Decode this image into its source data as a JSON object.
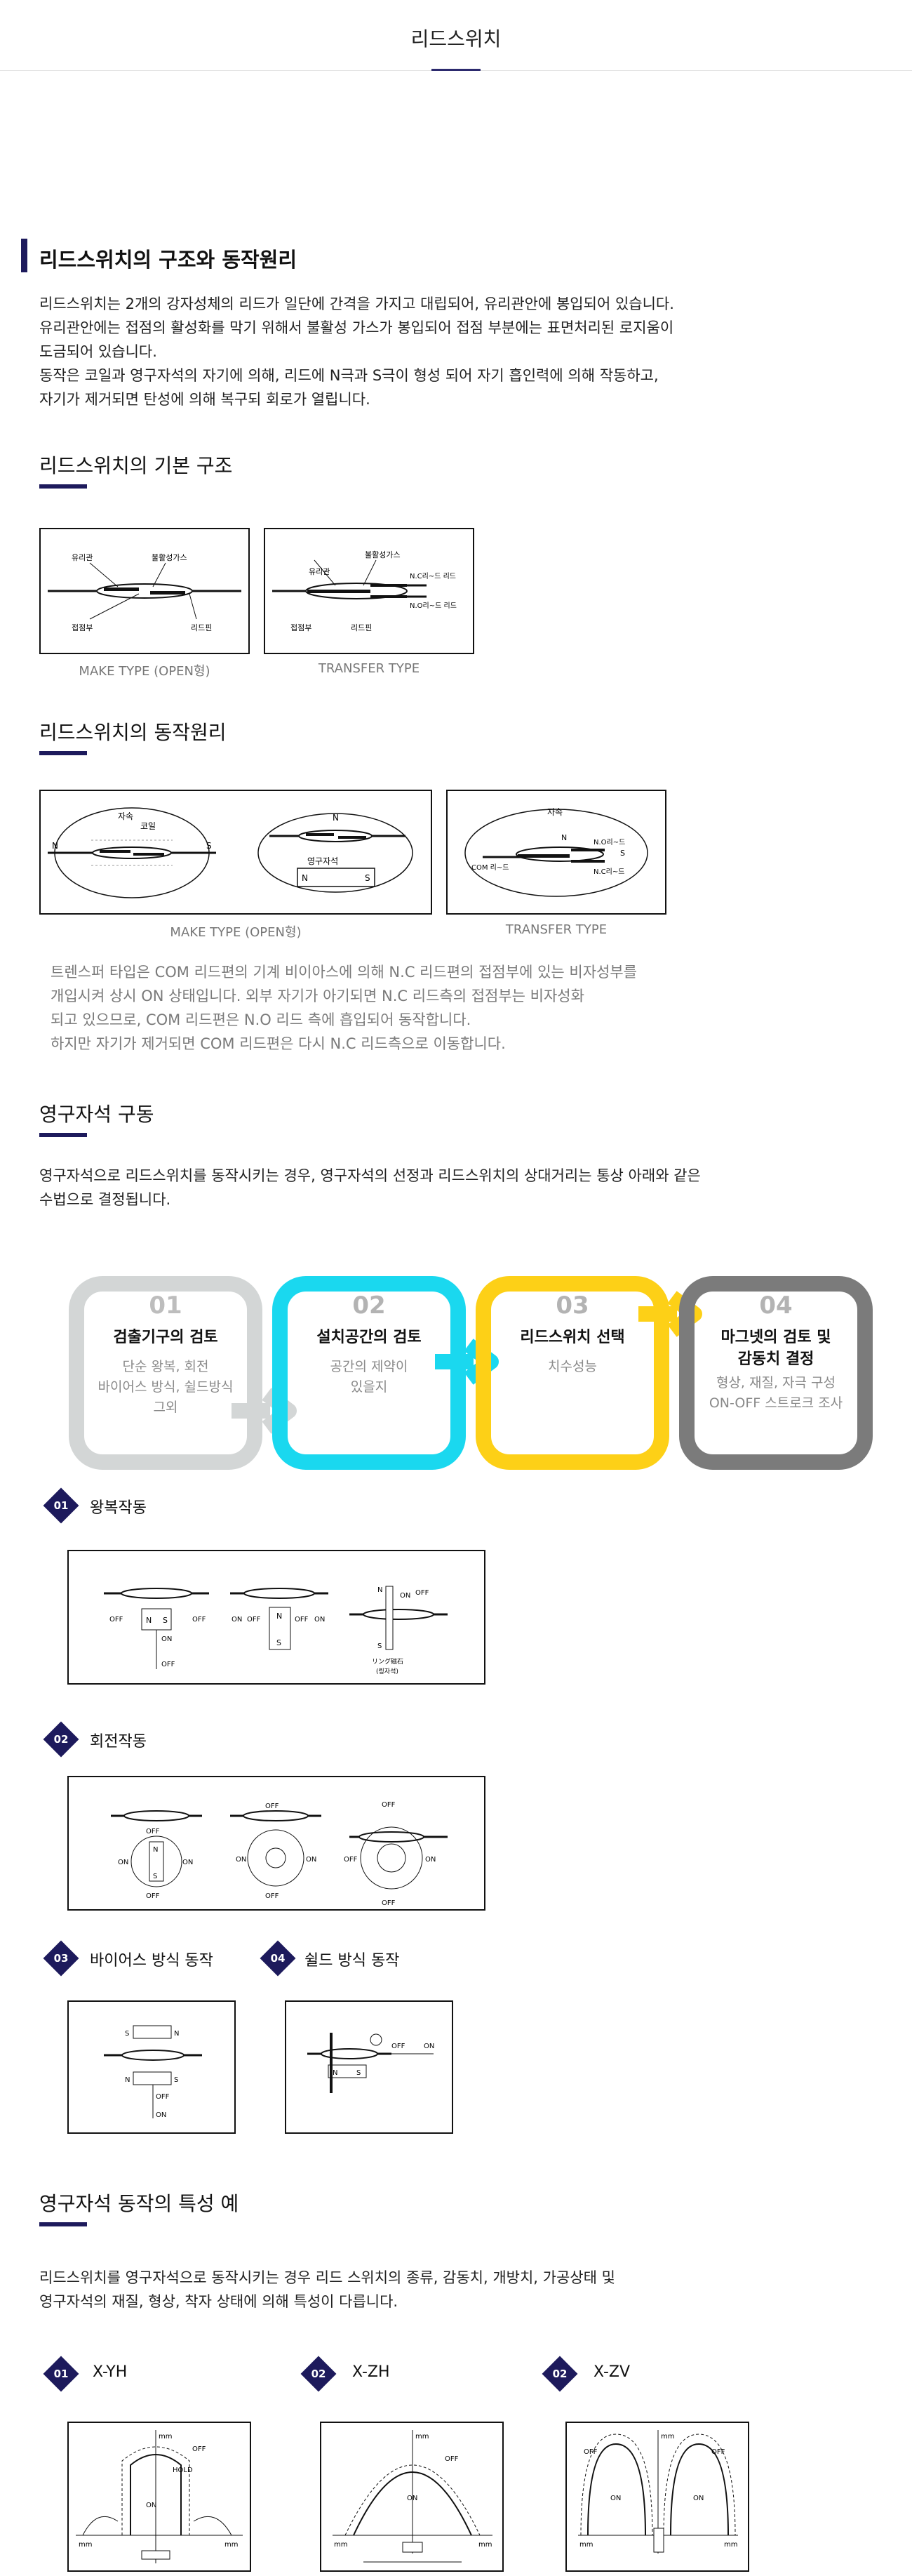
{
  "header": {
    "title": "리드스위치"
  },
  "structure": {
    "title": "리드스위치의 구조와 동작원리",
    "p1": "리드스위치는 2개의 강자성체의 리드가 일단에 간격을 가지고 대립되어, 유리관안에 봉입되어 있습니다.\n유리관안에는 접점의 활성화를 막기 위해서 불활성 가스가 봉입되어 접점 부분에는 표면처리된 로지움이\n도금되어 있습니다.",
    "p2": "동작은 코일과 영구자석의 자기에 의해, 리드에 N극과 S극이 형성 되어 자기 흡인력에 의해 작동하고,\n자기가 제거되면 탄성에 의해 복구되 회로가 열립니다."
  },
  "basic": {
    "title": "리드스위치의 기본 구조",
    "fig1": {
      "caption": "MAKE TYPE (OPEN형)",
      "label_tube": "유리관",
      "label_gas": "불활성가스",
      "label_contact": "접점부",
      "label_lead": "리드핀"
    },
    "fig2": {
      "caption": "TRANSFER TYPE",
      "label_tube": "유리관",
      "label_gas": "불활성가스",
      "label_nc": "N.C리~드 리드",
      "label_no": "N.O리~드 리드",
      "label_contact": "접점부",
      "label_lead": "리드핀"
    }
  },
  "principle": {
    "title": "리드스위치의 동작원리",
    "fig1": {
      "caption": "MAKE TYPE (OPEN형)",
      "label_flux": "자속",
      "label_coil": "코일",
      "label_magnet": "영구자석",
      "n": "N",
      "s": "S"
    },
    "fig2": {
      "caption": "TRANSFER TYPE",
      "label_flux": "자속",
      "label_com": "COM 리~드",
      "label_no": "N.O리~드",
      "label_nc": "N.C리~드",
      "n": "N",
      "s": "S"
    },
    "desc": "트렌스퍼 타입은 COM 리드편의 기계 비이아스에 의해 N.C 리드편의 접점부에 있는 비자성부를\n개입시켜 상시 ON 상태입니다. 외부 자기가 아기되면 N.C 리드측의 접점부는 비자성화\n되고 있으므로, COM 리드편은 N.O 리드 측에 흡입되어 동작합니다.\n하지만 자기가 제거되면 COM 리드편은 다시 N.C 리드측으로 이동합니다."
  },
  "magnet": {
    "title": "영구자석 구동",
    "desc": "영구자석으로 리드스위치를 동작시키는 경우, 영구자석의 선정과 리드스위치의 상대거리는 통상 아래와 같은\n수법으로 결정됩니다.",
    "steps": [
      {
        "num": "01",
        "title": "검출기구의 검토",
        "desc": "단순 왕복, 회전\n바이어스 방식, 쉴드방식\n그외",
        "color": "#d3d6d6"
      },
      {
        "num": "02",
        "title": "설치공간의 검토",
        "desc": "공간의 제약이\n있을지",
        "color": "#1ad8ef"
      },
      {
        "num": "03",
        "title": "리드스위치 선택",
        "desc": "치수성능",
        "color": "#fdd017"
      },
      {
        "num": "04",
        "title": "마그넷의 검토 및\n감동치 결정",
        "desc": "형상, 재질, 자극 구성\nON-OFF 스트로크 조사",
        "color": "#7b7b7b"
      }
    ],
    "modes": [
      {
        "num": "01",
        "label": "왕복작동"
      },
      {
        "num": "02",
        "label": "회전작동"
      },
      {
        "num": "03",
        "label": "바이어스 방식 동작"
      },
      {
        "num": "04",
        "label": "쉴드 방식 동작"
      }
    ],
    "fig_labels": {
      "off": "OFF",
      "on": "ON",
      "n": "N",
      "s": "S",
      "ring": "リング磁石\n(링자석)"
    }
  },
  "characteristics": {
    "title": "영구자석 동작의 특성 예",
    "desc": "리드스위치를 영구자석으로 동작시키는 경우 리드 스위치의 종류, 감동치, 개방치, 가공상태 및\n영구자석의 재질, 형상, 착자 상태에 의해 특성이 다릅니다.",
    "types": [
      {
        "num": "01",
        "label": "X-YH"
      },
      {
        "num": "02",
        "label": "X-ZH"
      },
      {
        "num": "02",
        "label": "X-ZV"
      }
    ],
    "fig_labels": {
      "mm": "mm",
      "off": "OFF",
      "on": "ON",
      "hold": "HOLD"
    }
  },
  "colors": {
    "accent": "#1d1a5c"
  }
}
